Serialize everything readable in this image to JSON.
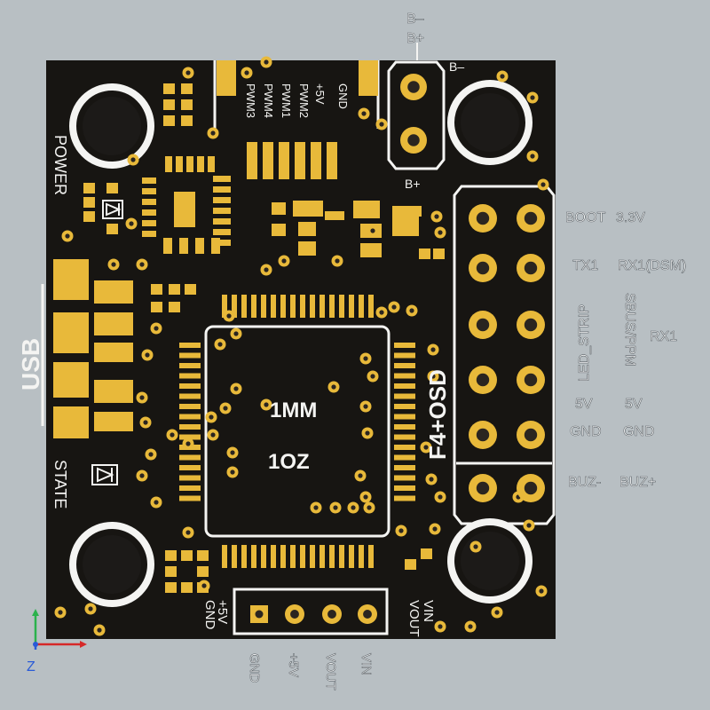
{
  "colors": {
    "background": "#b8bfc3",
    "board": "#171512",
    "pad": "#e8b93a",
    "pad_dark": "#c99a1f",
    "silkscreen": "#f4f4f2",
    "via_hole": "#2a2520",
    "mount_hole": "#1c1a18",
    "label_text": "#ffffff",
    "axis_x": "#d62828",
    "axis_y": "#2bb24c",
    "axis_z": "#2a5bd7"
  },
  "battery_labels": {
    "negative": "B–",
    "positive": "B+"
  },
  "board_silk": {
    "b_minus": "B–",
    "b_plus": "B+",
    "power": "POWER",
    "state": "STATE",
    "usb": "USB",
    "mcu_line1": "1MM",
    "mcu_line2": "1OZ",
    "board_name": "F4+OSD",
    "pwm_header": [
      "PWM3",
      "PWM4",
      "PWM1",
      "PWM2",
      "+5V",
      "GND"
    ],
    "bottom_left_pins": [
      "+5V",
      "GND"
    ],
    "bottom_right_pins": [
      "VIN",
      "VOUT"
    ]
  },
  "right_labels": {
    "boot": "BOOT",
    "v33": "3.3V",
    "tx1": "TX1",
    "rx1_dsm": "RX1(DSM)",
    "led_strip": "LED_STRIP",
    "sbus_ppm": "SBUS/PPM",
    "rx1": "RX1",
    "v5_left": "5V",
    "v5_right": "5V",
    "gnd_left": "GND",
    "gnd_right": "GND",
    "buz_minus": "BUZ-",
    "buz_plus": "BUZ+"
  },
  "bottom_labels": [
    "GND",
    "+5V",
    "VOUT",
    "VIN"
  ],
  "axis": {
    "z_label": "Z"
  },
  "icons": [
    "mount-hole-icon",
    "via-icon",
    "diode-icon",
    "axis-triad-icon"
  ]
}
